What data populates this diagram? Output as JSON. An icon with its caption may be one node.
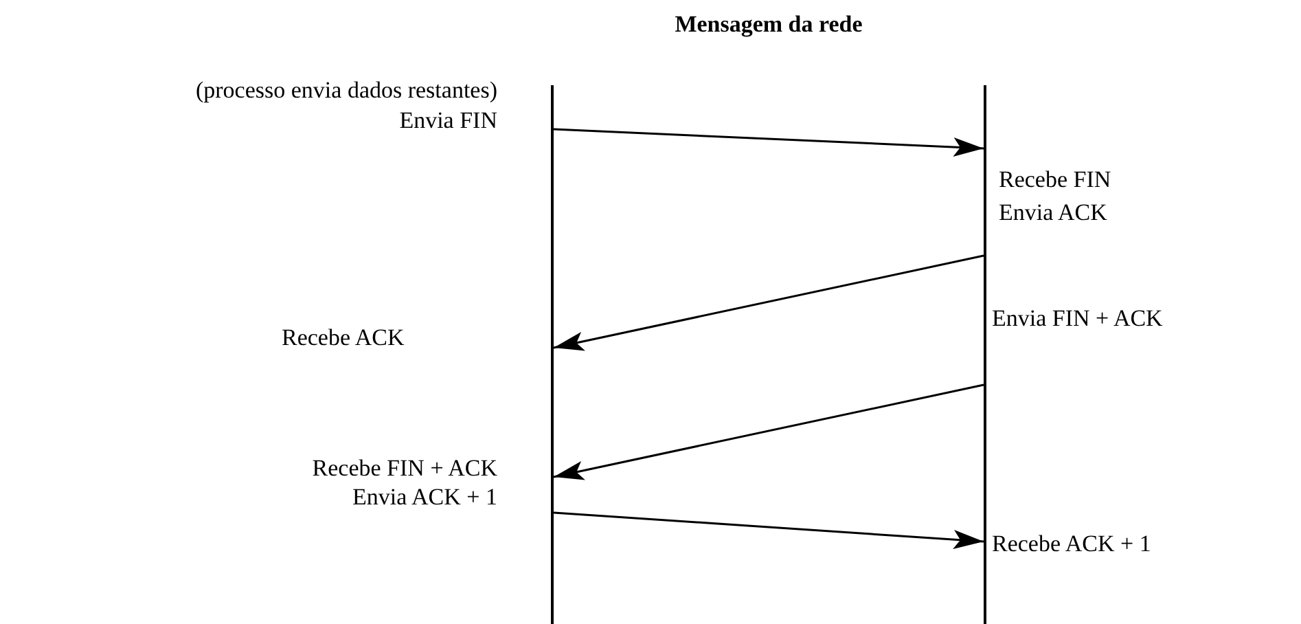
{
  "diagram": {
    "title": "Mensagem da rede",
    "nodes": [
      {
        "text": [],
        "shape": "bar"
      },
      {
        "text": [],
        "shape": "bar"
      }
    ],
    "edges": [
      {
        "from": 0,
        "to": 1,
        "arrow": "to"
      },
      {
        "from": 1,
        "to": 0,
        "arrow": "to"
      },
      {
        "from": 1,
        "to": 0,
        "arrow": "to"
      },
      {
        "from": 0,
        "to": 1,
        "arrow": "to"
      }
    ],
    "labels": [
      "(processo envia dados restantes)",
      "Envia FIN",
      "Recebe FIN",
      "Envia ACK",
      "Recebe ACK",
      "Envia FIN + ACK",
      "Recebe FIN + ACK",
      "Envia ACK + 1",
      "Recebe ACK + 1"
    ]
  }
}
